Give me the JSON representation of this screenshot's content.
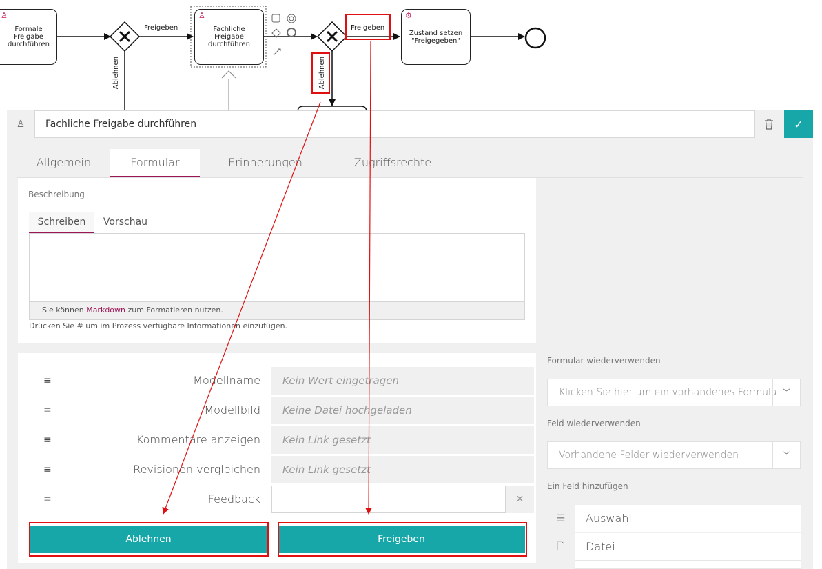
{
  "diagram": {
    "task_formal": "Formale Freigabe durchführen",
    "task_fachlich": "Fachliche Freigabe durchführen",
    "task_zustand": "Zustand setzen \"Freigegeben\"",
    "edge_freigeben_1": "Freigeben",
    "edge_freigeben_2": "Freigeben",
    "edge_ablehnen_1": "Ablehnen",
    "edge_ablehnen_2": "Ablehnen"
  },
  "header": {
    "title": "Fachliche Freigabe durchführen"
  },
  "tabs": [
    "Allgemein",
    "Formular",
    "Erinnerungen",
    "Zugriffsrechte"
  ],
  "description": {
    "label": "Beschreibung",
    "subtabs": [
      "Schreiben",
      "Vorschau"
    ],
    "md_prefix": "Sie können ",
    "md_link": "Markdown",
    "md_suffix": " zum Formatieren nutzen.",
    "hint": "Drücken Sie # um im Prozess verfügbare Informationen einzufügen."
  },
  "form": {
    "fields": [
      {
        "label": "Modellname",
        "value": "Kein Wert eingetragen"
      },
      {
        "label": "Modellbild",
        "value": "Keine Datei hochgeladen"
      },
      {
        "label": "Kommentare anzeigen",
        "value": "Kein Link gesetzt"
      },
      {
        "label": "Revisionen vergleichen",
        "value": "Kein Link gesetzt"
      },
      {
        "label": "Feedback",
        "value": ""
      }
    ],
    "reject_button": "Ablehnen",
    "approve_button": "Freigeben"
  },
  "sidebar": {
    "reuse_form_label": "Formular wiederverwenden",
    "reuse_form_placeholder": "Klicken Sie hier um ein vorhandenes Formula...",
    "reuse_field_label": "Feld wiederverwenden",
    "reuse_field_placeholder": "Vorhandene Felder wiederverwenden",
    "add_field_label": "Ein Feld hinzufügen",
    "add_items": [
      "Auswahl",
      "Datei"
    ]
  },
  "colors": {
    "accent": "#17a7a9",
    "tab_underline": "#9c1758",
    "annotation": "#e01010"
  }
}
